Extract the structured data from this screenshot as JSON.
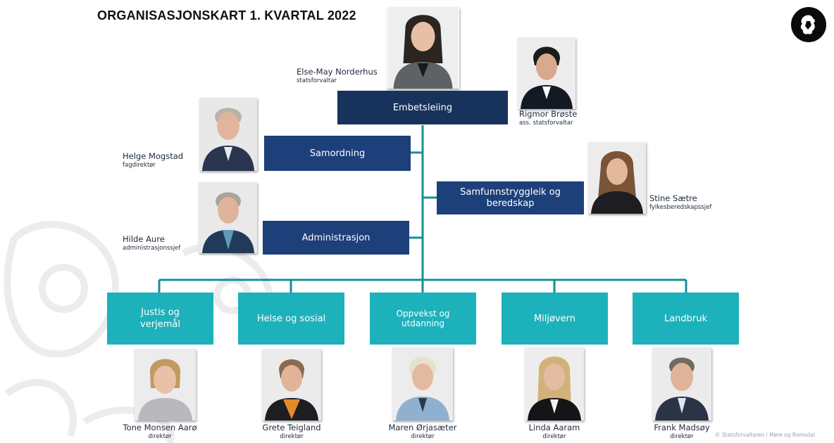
{
  "title": "ORGANISASJONSKART 1. KVARTAL 2022",
  "colors": {
    "dark_navy": "#17335c",
    "navy": "#1d3f7a",
    "teal": "#1db1bb",
    "line": "#178f99"
  },
  "icons": {
    "crest": "coat-of-arms-lion-icon"
  },
  "units": {
    "embetsleiing": "Embetsleiing",
    "samordning": "Samordning",
    "samfunn": [
      "Samfunnstryggleik og",
      "beredskap"
    ],
    "administrasjon": "Administrasjon"
  },
  "people": {
    "norderhus": {
      "name": "Else-May Norderhus",
      "role": "statsforvaltar"
    },
    "broste": {
      "name": "Rigmor Brøste",
      "role": "ass. statsforvaltar"
    },
    "mogstad": {
      "name": "Helge Mogstad",
      "role": "fagdirektør"
    },
    "saetre": {
      "name": "Stine Sætre",
      "role": "fylkesberedskapssjef"
    },
    "aure": {
      "name": "Hilde Aure",
      "role": "administrasjonssjef"
    }
  },
  "departments": [
    {
      "label_lines": [
        "Justis og",
        "verjemål"
      ],
      "head": "Tone Monsen Aarø",
      "role": "direktør"
    },
    {
      "label_lines": [
        "Helse og sosial"
      ],
      "head": "Grete Teigland",
      "role": "direktør"
    },
    {
      "label_lines": [
        "Oppvekst og utdanning"
      ],
      "head": "Maren Ørjasæter",
      "role": "direktør"
    },
    {
      "label_lines": [
        "Miljøvern"
      ],
      "head": "Linda Aaram",
      "role": "direktør"
    },
    {
      "label_lines": [
        "Landbruk"
      ],
      "head": "Frank Madsøy",
      "role": "direktør"
    }
  ],
  "footer": "© Statsforvaltaren i Møre og Romsdal"
}
